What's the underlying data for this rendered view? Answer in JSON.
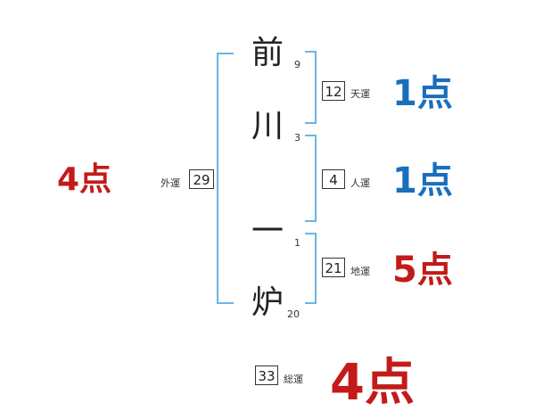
{
  "name": {
    "chars": [
      {
        "char": "前",
        "strokes": "9"
      },
      {
        "char": "川",
        "strokes": "3"
      },
      {
        "char": "一",
        "strokes": "1"
      },
      {
        "char": "炉",
        "strokes": "20"
      }
    ]
  },
  "fortunes": {
    "gaiun": {
      "label": "外運",
      "value": "29",
      "score": "4点",
      "color": "#c31a1a"
    },
    "tenun": {
      "label": "天運",
      "value": "12",
      "score": "1点",
      "color": "#1a6fbd"
    },
    "jinun": {
      "label": "人運",
      "value": "4",
      "score": "1点",
      "color": "#1a6fbd"
    },
    "chiun": {
      "label": "地運",
      "value": "21",
      "score": "5点",
      "color": "#c31a1a"
    },
    "soun": {
      "label": "総運",
      "value": "33",
      "score": "4点",
      "color": "#c31a1a"
    }
  },
  "colors": {
    "bracket": "#6bb6e0",
    "blue": "#1a6fbd",
    "red": "#c31a1a"
  }
}
